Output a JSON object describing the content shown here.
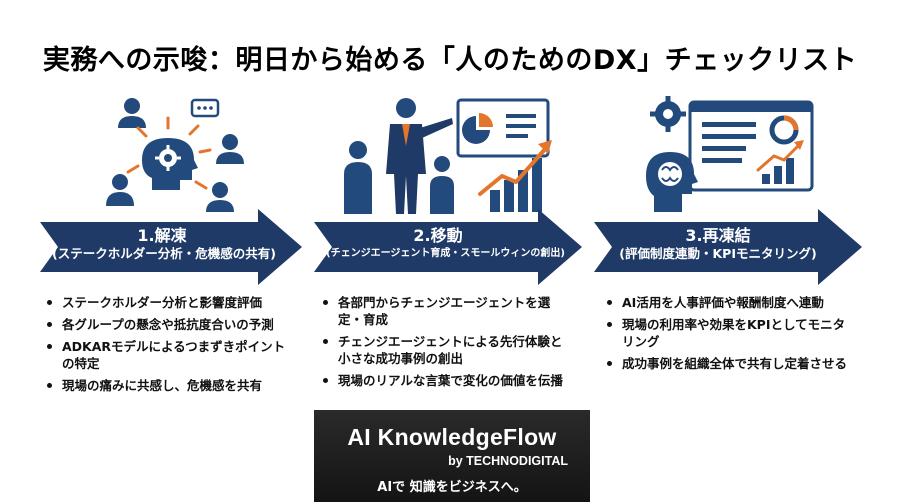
{
  "title": "実務への示唆：明日から始める「人のためのDX」チェックリスト",
  "colors": {
    "arrow_navy": "#1f3a66",
    "icon_navy": "#234a7c",
    "accent_orange": "#e3762c",
    "banner_bg": "#1c1c1c"
  },
  "steps": [
    {
      "number": "1.解凍",
      "subtitle": "(ステークホルダー分析・危機感の共有)",
      "icon": "people-network-brain-icon",
      "bullets": [
        "ステークホルダー分析と影響度評価",
        "各グループの懸念や抵抗度合いの予測",
        "ADKARモデルによるつまずきポイントの特定",
        "現場の痛みに共感し、危機感を共有"
      ]
    },
    {
      "number": "2.移動",
      "subtitle": "(チェンジエージェント育成・スモールウィンの創出)",
      "icon": "presenter-growth-chart-icon",
      "bullets": [
        "各部門からチェンジエージェントを選定・育成",
        "チェンジエージェントによる先行体験と小さな成功事例の創出",
        "現場のリアルな言葉で変化の価値を伝播"
      ]
    },
    {
      "number": "3.再凍結",
      "subtitle": "(評価制度連動・KPIモニタリング)",
      "icon": "ai-dashboard-kpi-icon",
      "bullets": [
        "AI活用を人事評価や報酬制度へ連動",
        "現場の利用率や効果をKPIとしてモニタリング",
        "成功事例を組織全体で共有し定着させる"
      ]
    }
  ],
  "banner": {
    "title": "AI KnowledgeFlow",
    "by": "by TECHNODIGITAL",
    "tagline": "AIで 知識をビジネスへ。"
  }
}
